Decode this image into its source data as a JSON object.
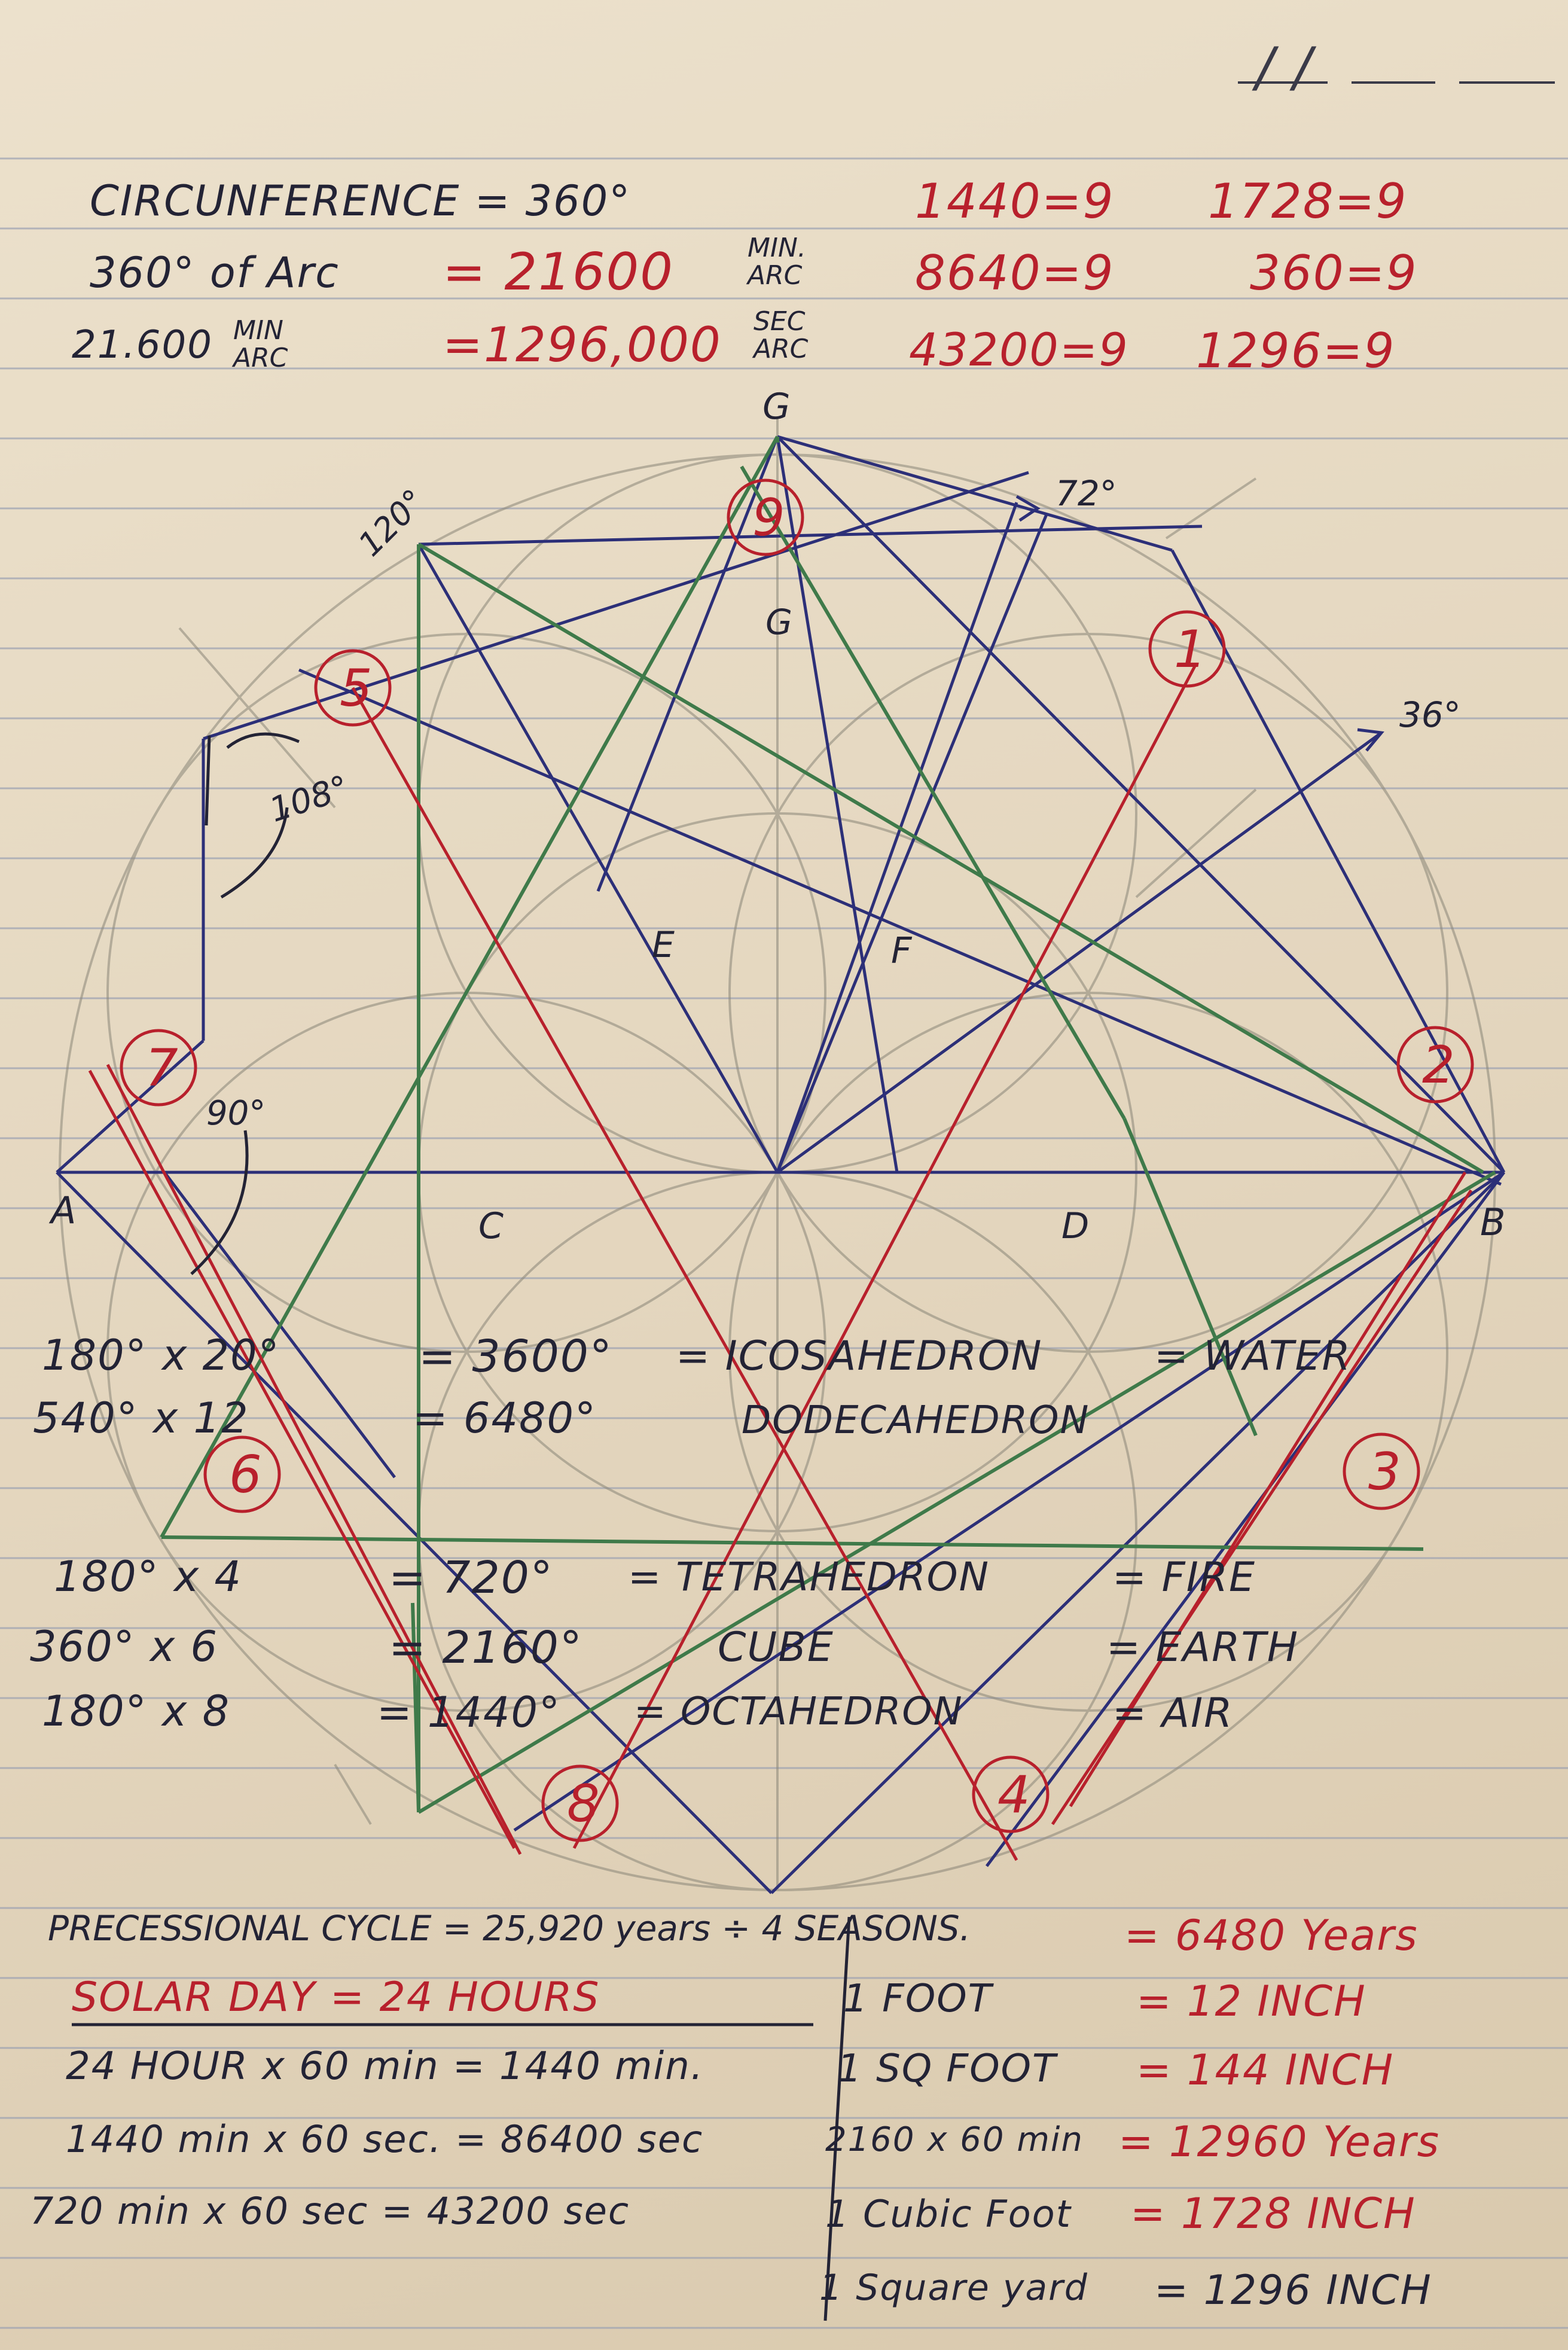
{
  "colors": {
    "paper": "#e6d9c2",
    "rule": "#9aa0b2",
    "ink": "#232335",
    "red": "#b8202c",
    "blue": "#2c2f78",
    "green": "#3f7a4a",
    "pencil": "#8a8678"
  },
  "header": {
    "line1": {
      "left": "CIRCUNFERENCE = 360°",
      "n1": "1440=9",
      "n2": "1728=9"
    },
    "line2": {
      "left": "360° of Arc",
      "eq": "= 21600",
      "sup": "MIN. ARC",
      "n1": "8640=9",
      "n2": "360=9"
    },
    "line3": {
      "left": "21.600",
      "sub": "MIN ARC",
      "eq": "=1296,000",
      "sup": "SEC ARC",
      "n1": "43200=9",
      "n2": "1296=9"
    }
  },
  "diagram": {
    "labels": {
      "apex": "G",
      "inner_g": "G",
      "left": "A",
      "right": "B",
      "c": "C",
      "d": "D",
      "e": "E",
      "f": "F"
    },
    "angles": {
      "a120": "120°",
      "a72": "72°",
      "a36": "36°",
      "a108": "108°",
      "a90": "90°"
    },
    "numbers": [
      "1",
      "2",
      "3",
      "4",
      "5",
      "6",
      "7",
      "8",
      "9"
    ]
  },
  "solids": [
    {
      "expr": "180° x 20°",
      "result": "= 3600°",
      "name": "= ICOSAHEDRON",
      "element": "= WATER"
    },
    {
      "expr": "540° x 12",
      "result": "= 6480°",
      "name": "DODECAHEDRON",
      "element": ""
    },
    {
      "expr": "180° x 4",
      "result": "= 720°",
      "name": "= TETRAHEDRON",
      "element": "= FIRE"
    },
    {
      "expr": "360° x 6",
      "result": "= 2160°",
      "name": "CUBE",
      "element": "= EARTH"
    },
    {
      "expr": "180° x 8",
      "result": "= 1440°",
      "name": "= OCTAHEDRON",
      "element": "= AIR"
    }
  ],
  "bottom": [
    {
      "left": "PRECESSIONAL CYCLE = 25,920 years ÷ 4 SEASONS.",
      "right": "= 6480 Years"
    },
    {
      "left": "SOLAR DAY = 24 HOURS",
      "mid": "1 FOOT",
      "right": "= 12 INCH"
    },
    {
      "left": "24 HOUR x 60 min = 1440 min.",
      "mid": "1 SQ FOOT",
      "right": "= 144 INCH"
    },
    {
      "left": "1440 min x 60 sec. = 86400 sec",
      "mid": "2160 x 60 min",
      "right": "= 12960 Years"
    },
    {
      "left": "720 min x 60 sec = 43200 sec",
      "mid": "1 Cubic Foot",
      "right": "= 1728 INCH"
    },
    {
      "left": "",
      "mid": "1 Square yard",
      "right": "= 1296 INCH"
    }
  ],
  "corner_marks": "/ /"
}
